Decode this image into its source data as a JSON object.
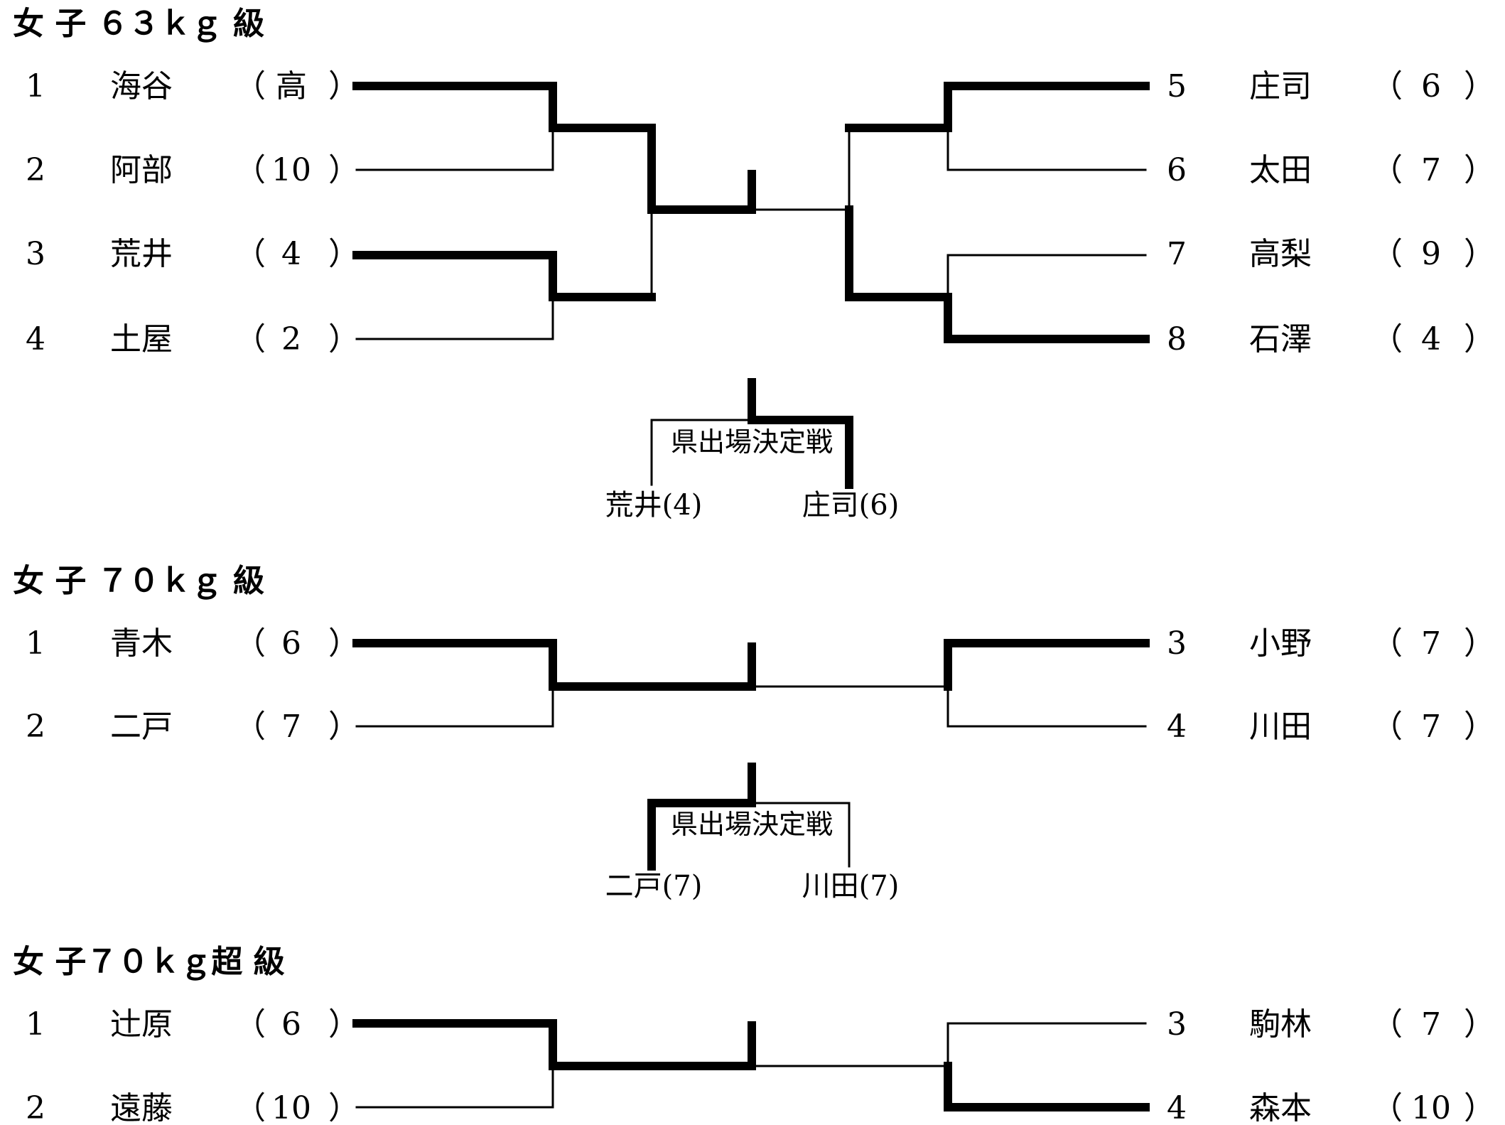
{
  "divisions": [
    {
      "title": "女 子 ６３ｋｇ 級",
      "left": [
        {
          "seed": "1",
          "name": "海谷",
          "team": "高"
        },
        {
          "seed": "2",
          "name": "阿部",
          "team": "10"
        },
        {
          "seed": "3",
          "name": "荒井",
          "team": "4"
        },
        {
          "seed": "4",
          "name": "土屋",
          "team": "2"
        }
      ],
      "right": [
        {
          "seed": "5",
          "name": "庄司",
          "team": "6"
        },
        {
          "seed": "6",
          "name": "太田",
          "team": "7"
        },
        {
          "seed": "7",
          "name": "高梨",
          "team": "9"
        },
        {
          "seed": "8",
          "name": "石澤",
          "team": "4"
        }
      ],
      "playoff": {
        "label": "県出場決定戦",
        "left": "荒井(4)",
        "right": "庄司(6)",
        "winner": "right"
      }
    },
    {
      "title": "女 子 ７０ｋｇ 級",
      "left": [
        {
          "seed": "1",
          "name": "青木",
          "team": "6"
        },
        {
          "seed": "2",
          "name": "二戸",
          "team": "7"
        }
      ],
      "right": [
        {
          "seed": "3",
          "name": "小野",
          "team": "7"
        },
        {
          "seed": "4",
          "name": "川田",
          "team": "7"
        }
      ],
      "playoff": {
        "label": "県出場決定戦",
        "left": "二戸(7)",
        "right": "川田(7)",
        "winner": "left"
      }
    },
    {
      "title": "女 子７０ｋｇ超 級",
      "left": [
        {
          "seed": "1",
          "name": "辻原",
          "team": "6"
        },
        {
          "seed": "2",
          "name": "遠藤",
          "team": "10"
        }
      ],
      "right": [
        {
          "seed": "3",
          "name": "駒林",
          "team": "7"
        },
        {
          "seed": "4",
          "name": "森本",
          "team": "10"
        }
      ]
    }
  ],
  "paren_open": "（",
  "paren_close": "）"
}
